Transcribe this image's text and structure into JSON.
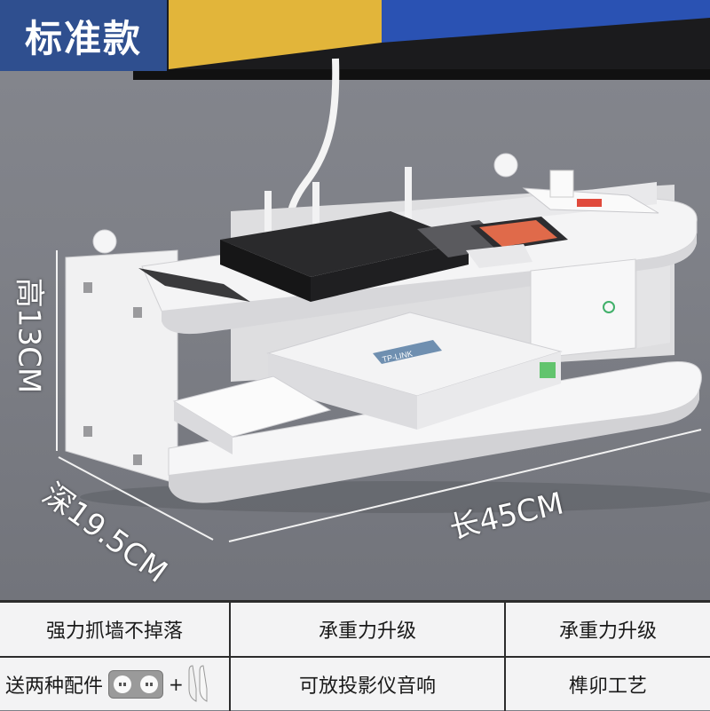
{
  "badge": {
    "label": "标准款"
  },
  "dimensions": {
    "height": "高13CM",
    "depth": "深19.5CM",
    "length": "长45CM"
  },
  "features": {
    "row1": [
      "强力抓墙不掉落",
      "承重力升级",
      "承重力升级"
    ],
    "row2": {
      "accessories": "送两种配件",
      "plus": "+",
      "middle": "可放投影仪音响",
      "right": "榫卯工艺"
    }
  },
  "product_marks": {
    "switch_brand": "TP-LINK"
  },
  "icons": {
    "accessory_1": "double-socket-plug-icon",
    "accessory_2": "adhesive-hook-icon"
  },
  "colors": {
    "badge": "#2f4f8f",
    "wall": "#7d7f86",
    "shelf": "#eeeeee",
    "table_border": "#2c2c2c",
    "table_bg": "#f3f3f4"
  }
}
